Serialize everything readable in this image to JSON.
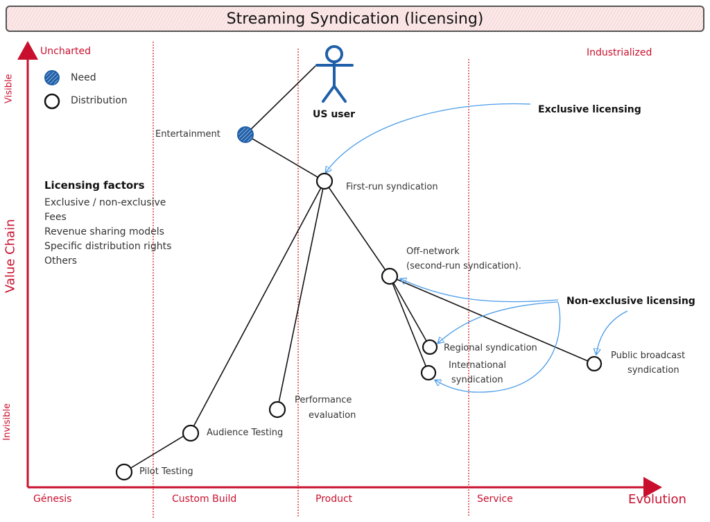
{
  "title": "Streaming Syndication (licensing)",
  "axes": {
    "y_label": "Value Chain",
    "y_top": "Visible",
    "y_bottom": "Invisible",
    "x_label": "Evolution",
    "stages": [
      "Génesis",
      "Custom Build",
      "Product",
      "Service"
    ],
    "corner_left": "Uncharted",
    "corner_right": "Industrialized"
  },
  "legend": {
    "need": "Need",
    "distribution": "Distribution"
  },
  "colors": {
    "axis": "#c8102e",
    "need": "#1f5fa8",
    "node": "#111111",
    "annotation_arrow": "#4a9be8",
    "grid": "#e07070"
  },
  "factors": {
    "heading": "Licensing factors",
    "items": [
      "Exclusive / non-exclusive",
      "Fees",
      "Revenue sharing models",
      "Specific distribution rights",
      "Others"
    ]
  },
  "nodes": {
    "user": "US user",
    "entertainment": "Entertainment",
    "first_run": "First-run syndication",
    "off_network_1": "Off-network",
    "off_network_2": "(second-run syndication).",
    "regional": "Regional syndication",
    "international_1": "International",
    "international_2": "syndication",
    "public_1": "Public broadcast",
    "public_2": "syndication",
    "performance_1": "Performance",
    "performance_2": "evaluation",
    "audience": "Audience Testing",
    "pilot": "Pilot Testing"
  },
  "annotations": {
    "exclusive": "Exclusive licensing",
    "non_exclusive": "Non-exclusive licensing"
  }
}
